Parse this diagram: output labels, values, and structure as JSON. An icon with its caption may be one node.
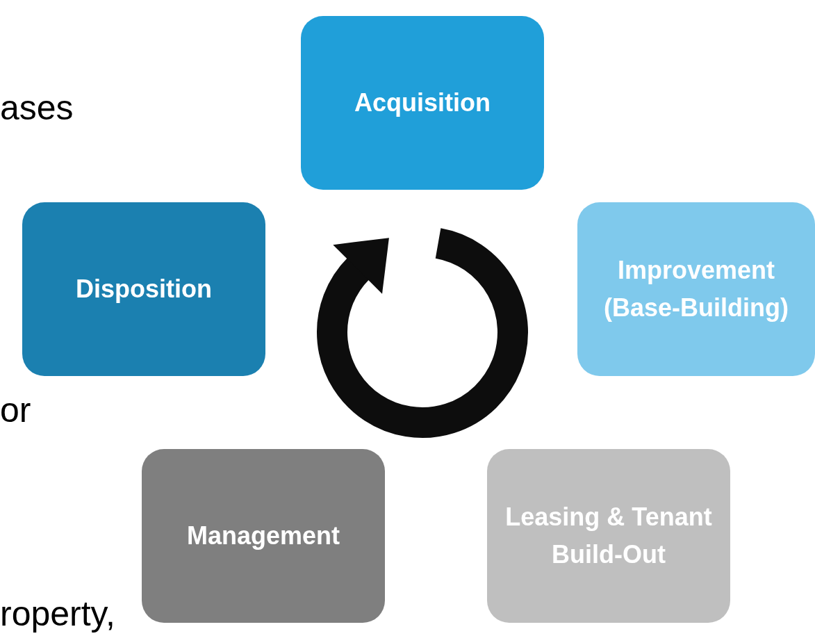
{
  "diagram": {
    "nodes": [
      {
        "text": [
          "Acquisition"
        ]
      },
      {
        "text": [
          "Improvement (Base-Building)"
        ]
      },
      {
        "text": [
          "Leasing & Tenant Build-Out"
        ]
      },
      {
        "text": [
          "Management"
        ]
      },
      {
        "text": [
          "Disposition"
        ]
      }
    ],
    "labels": [
      "ases",
      "or",
      "roperty,"
    ]
  }
}
